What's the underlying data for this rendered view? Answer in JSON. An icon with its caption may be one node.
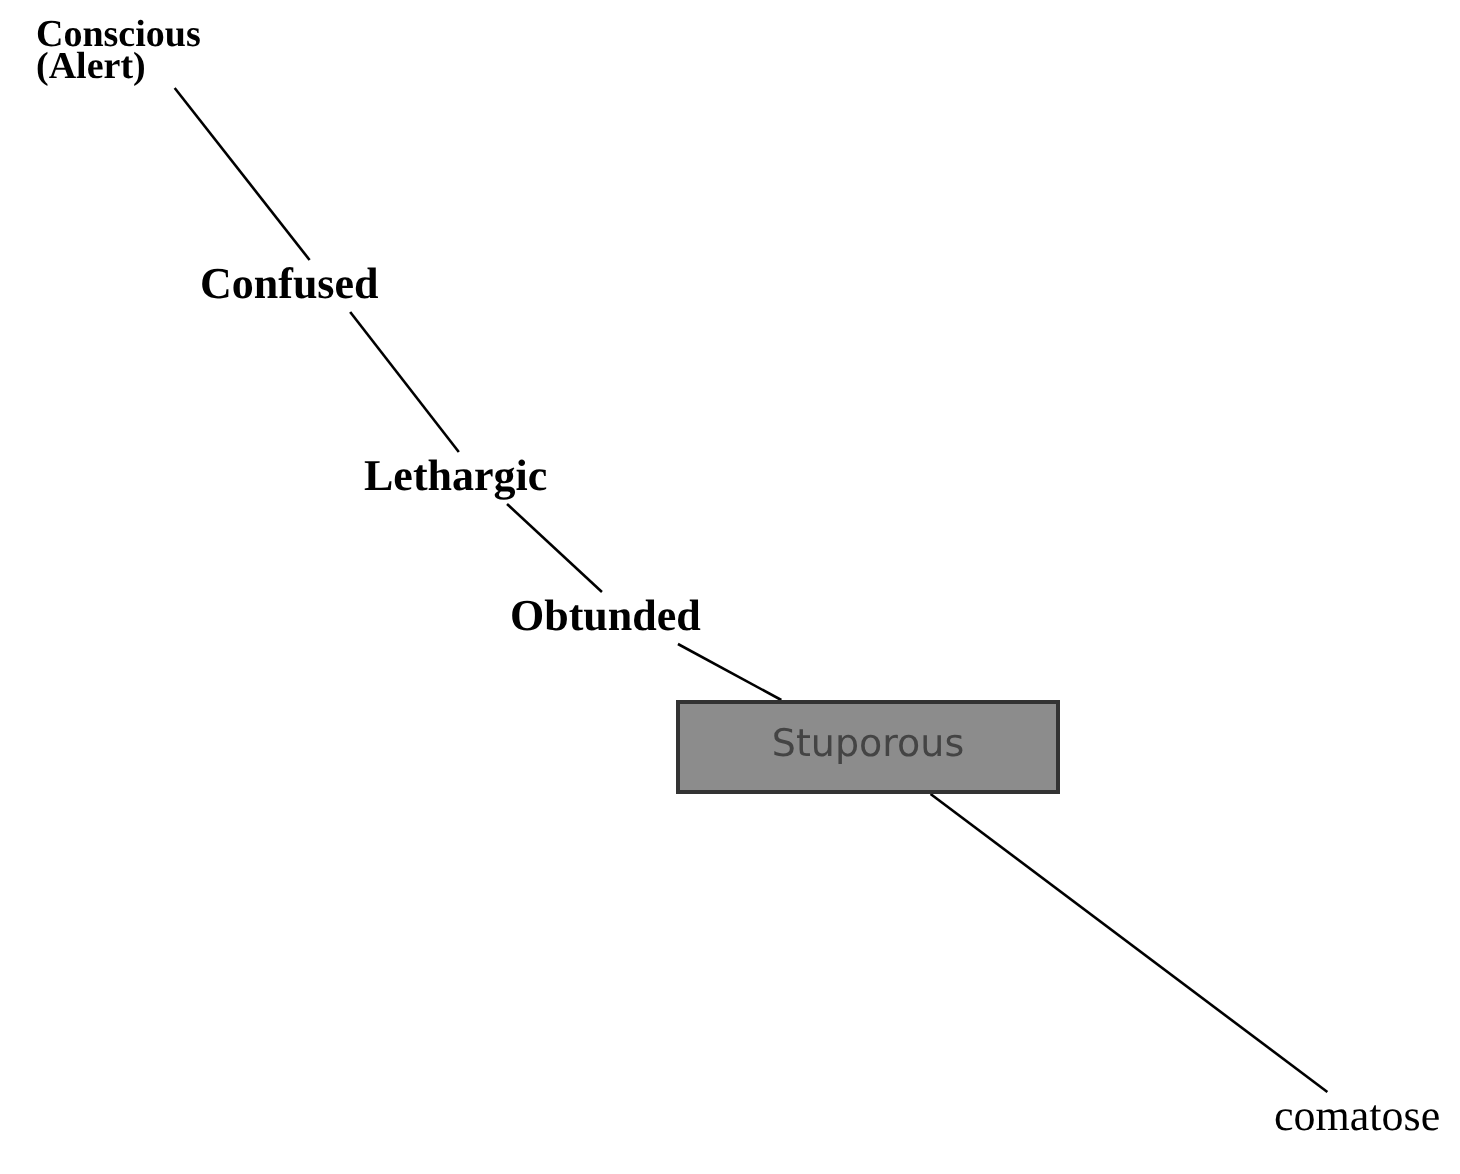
{
  "diagram": {
    "nodes": [
      {
        "text": [
          "Conscious (Alert)"
        ]
      },
      {
        "text": [
          "Confused"
        ]
      },
      {
        "text": [
          "Lethargic"
        ]
      },
      {
        "text": [
          "Obtunded"
        ]
      },
      {
        "text": [
          "Stuporous"
        ]
      },
      {
        "text": [
          "comatose"
        ]
      }
    ],
    "edges": [
      {
        "from": 0,
        "to": 1,
        "arrow": "none"
      },
      {
        "from": 1,
        "to": 2,
        "arrow": "none"
      },
      {
        "from": 2,
        "to": 3,
        "arrow": "none"
      },
      {
        "from": 3,
        "to": 4,
        "arrow": "none"
      },
      {
        "from": 4,
        "to": 5,
        "arrow": "none"
      }
    ]
  }
}
